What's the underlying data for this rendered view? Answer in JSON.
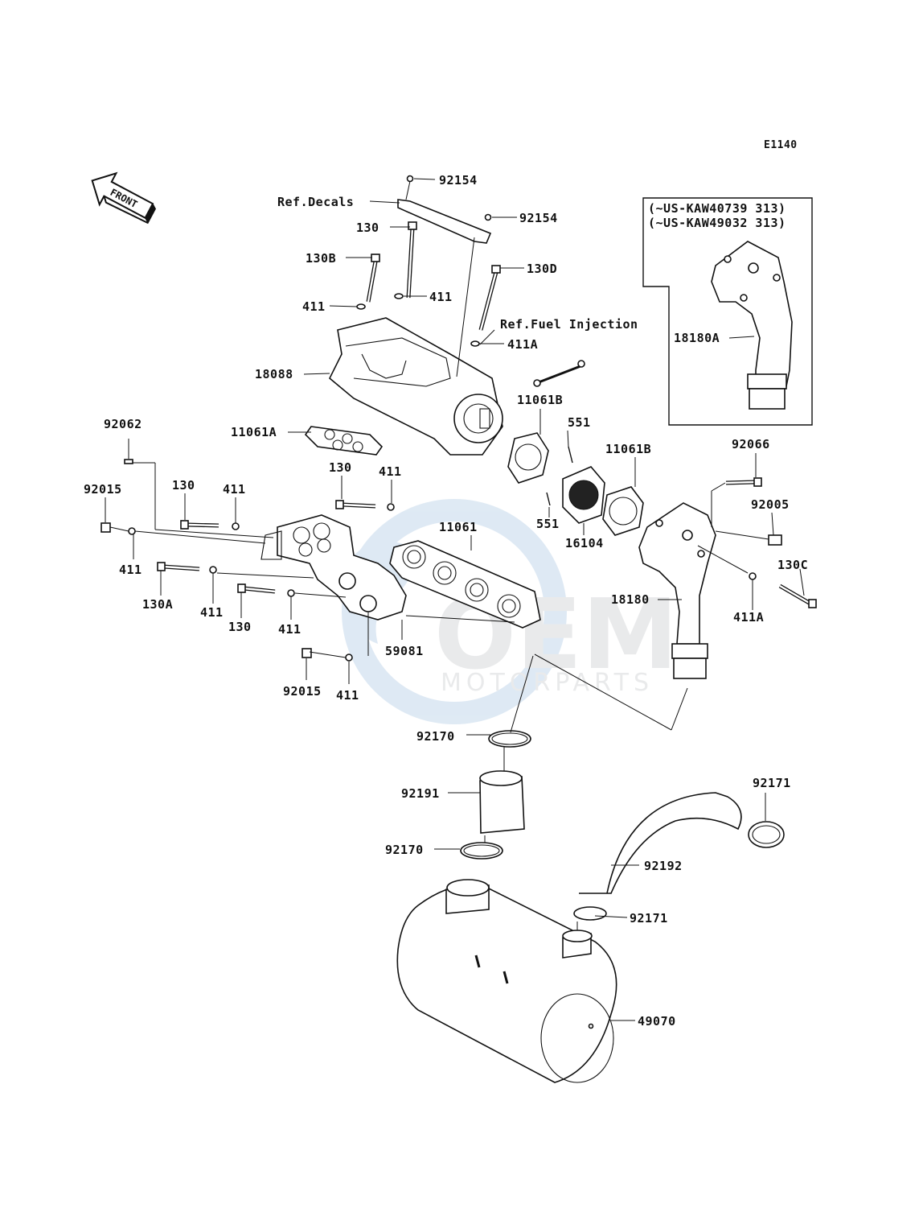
{
  "diagram_code": "E1140",
  "front_arrow_label": "FRONT",
  "inset": {
    "lines": [
      "(~US-KAW40739 313)",
      "(~US-KAW49032 313)"
    ],
    "part": "18180A"
  },
  "references": {
    "decals": "Ref.Decals",
    "fuel_injection": "Ref.Fuel Injection"
  },
  "watermark": {
    "logo": "OEM",
    "sub": "MOTORPARTS"
  },
  "labels": {
    "p92154_top": "92154",
    "p92154_right": "92154",
    "p130_top": "130",
    "p130B": "130B",
    "p130D": "130D",
    "p411_a": "411",
    "p411_b": "411",
    "p411A_top": "411A",
    "p18088": "18088",
    "p11061B_left": "11061B",
    "p551_top": "551",
    "p11061B_right": "11061B",
    "p11061A": "11061A",
    "p92062": "92062",
    "p130_mid": "130",
    "p411_mid": "411",
    "p92066": "92066",
    "p92015_left": "92015",
    "p130_left": "130",
    "p411_left": "411",
    "p11061": "11061",
    "p92005": "92005",
    "p551_bottom": "551",
    "p16104": "16104",
    "p411_c": "411",
    "p130C": "130C",
    "p18180": "18180",
    "p130A": "130A",
    "p411_d": "411",
    "p130_low": "130",
    "p411_e": "411",
    "p411A_right": "411A",
    "p59081": "59081",
    "p92015_bottom": "92015",
    "p411_bottom": "411",
    "p92170_top": "92170",
    "p92171_right": "92171",
    "p92191": "92191",
    "p92170_bottom": "92170",
    "p92192": "92192",
    "p92171_mid": "92171",
    "p49070": "49070"
  }
}
